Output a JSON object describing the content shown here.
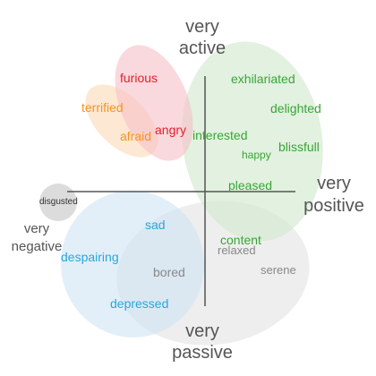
{
  "axes": {
    "top": [
      "very",
      "active"
    ],
    "bottom": [
      "very",
      "passive"
    ],
    "right": [
      "very",
      "positive"
    ],
    "left": [
      "very",
      "negative"
    ]
  },
  "emotions": {
    "furious": "furious",
    "terrified": "terrified",
    "afraid": "afraid",
    "angry": "angry",
    "exhilariated": "exhilariated",
    "delighted": "delighted",
    "interested": "interested",
    "blissfull": "blissfull",
    "happy": "happy",
    "pleased": "pleased",
    "disgusted": "disgusted",
    "sad": "sad",
    "despairing": "despairing",
    "bored": "bored",
    "depressed": "depressed",
    "content": "content",
    "relaxed": "relaxed",
    "serene": "serene"
  },
  "colors": {
    "red": "#e5202e",
    "orange": "#f7941d",
    "green": "#3aa537",
    "blue": "#2aa6d9",
    "gray": "#888888",
    "axis_text": "#555555",
    "blob_red": "#f7c9cf",
    "blob_orange": "#fce0c4",
    "blob_green": "#dcefd8",
    "blob_blue": "#d8ebf7",
    "blob_gray": "#e6e6e6"
  }
}
